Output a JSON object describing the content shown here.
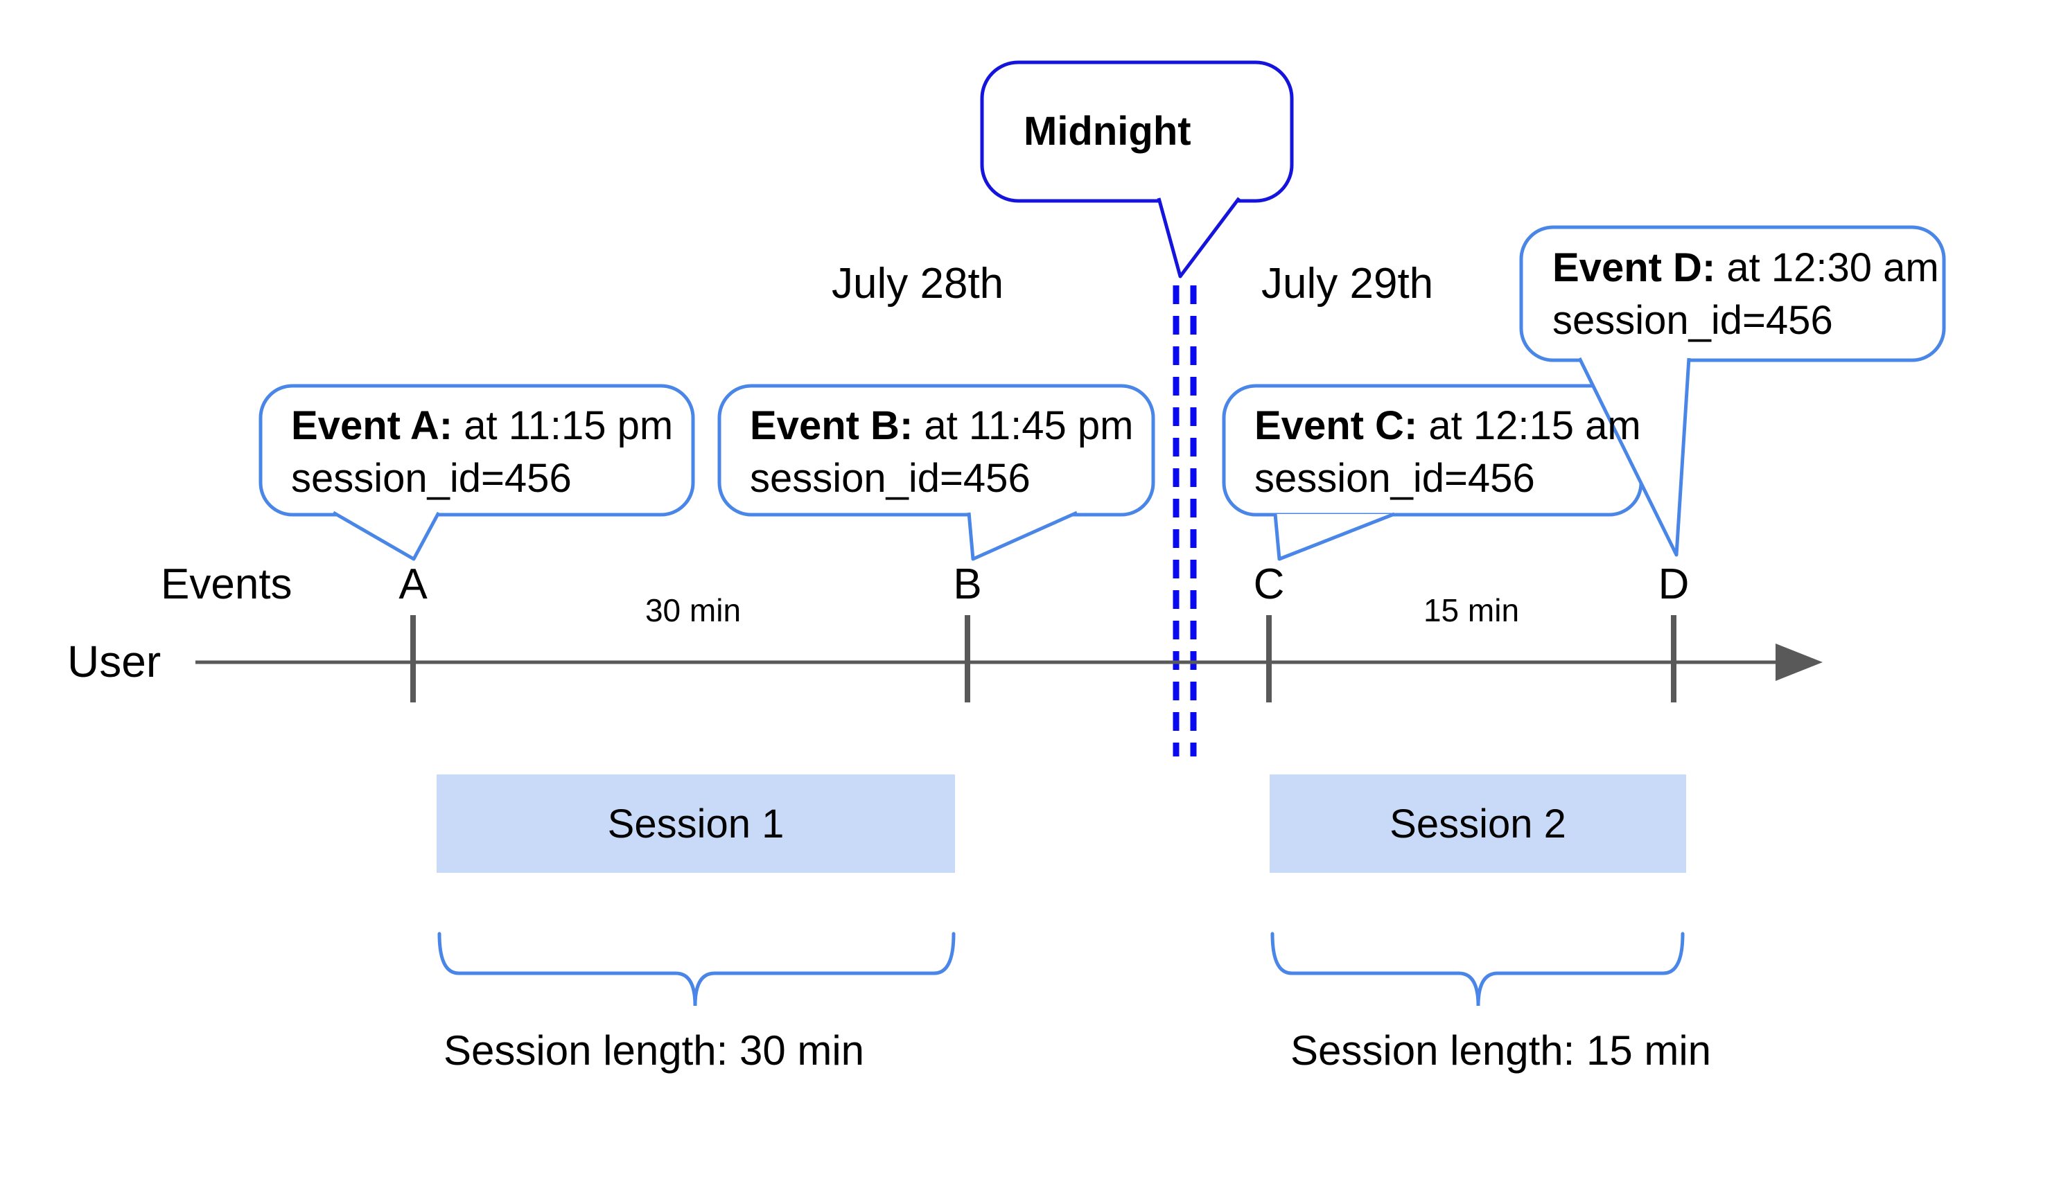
{
  "diagram": {
    "title_context": "User sessions across midnight timeline",
    "callouts": {
      "midnight": {
        "text": "Midnight"
      },
      "event_a": {
        "title": "Event A:",
        "time": " at 11:15 pm",
        "session": "session_id=456"
      },
      "event_b": {
        "title": "Event B:",
        "time": " at 11:45 pm",
        "session": "session_id=456"
      },
      "event_c": {
        "title": "Event C:",
        "time": " at 12:15 am",
        "session": "session_id=456"
      },
      "event_d": {
        "title": "Event D:",
        "time": " at 12:30 am",
        "session": "session_id=456"
      }
    },
    "dates": {
      "left": "July 28th",
      "right": "July 29th"
    },
    "timeline": {
      "events_label": "Events",
      "user_label": "User",
      "markers": [
        "A",
        "B",
        "C",
        "D"
      ],
      "interval_1": "30 min",
      "interval_2": "15 min"
    },
    "sessions": [
      {
        "label": "Session 1",
        "length_label": "Session length: 30 min"
      },
      {
        "label": "Session 2",
        "length_label": "Session length: 15 min"
      }
    ],
    "colors": {
      "callout_border_light": "#4a86e8",
      "midnight_border": "#1414dc",
      "dashed_line": "#0a0af0",
      "timeline_gray": "#595959",
      "session_fill": "#c9daf8",
      "text": "#000000"
    }
  }
}
